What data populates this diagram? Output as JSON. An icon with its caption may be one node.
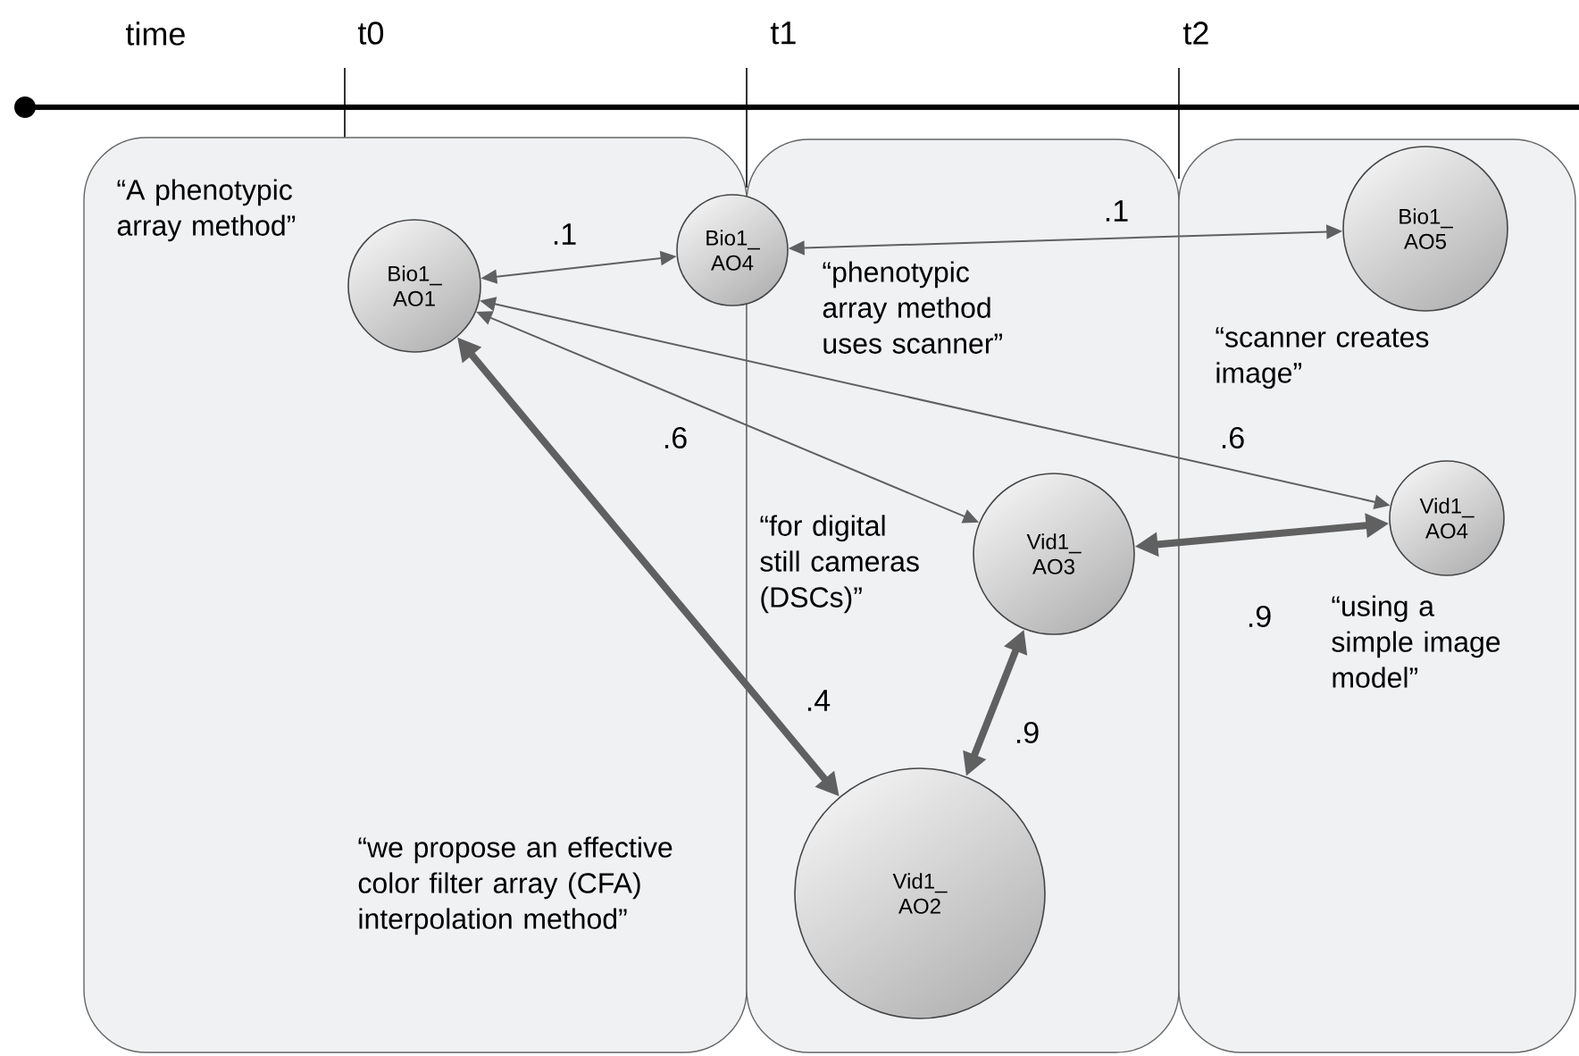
{
  "diagram": {
    "nodes": [
      {
        "text": [
          "“A phenotypic array method”",
          "“we propose an effective color filter array (CFA) interpolation method”"
        ]
      },
      {
        "text": [
          "“phenotypic array method uses scanner”",
          "“for digital still cameras (DSCs)”"
        ]
      },
      {
        "text": [
          "“scanner creates image”",
          "“using a simple image model”"
        ]
      },
      {
        "text": [
          "Bio1_ AO1"
        ],
        "in": 0
      },
      {
        "text": [
          "Bio1_ AO4"
        ]
      },
      {
        "text": [
          "Bio1_ AO5"
        ],
        "in": 2
      },
      {
        "text": [
          "Vid1_ AO3"
        ],
        "in": 1
      },
      {
        "text": [
          "Vid1_ AO4"
        ],
        "in": 2
      },
      {
        "text": [
          "Vid1_ AO2"
        ],
        "in": 1
      }
    ],
    "edges": [
      {
        "from": 3,
        "to": 4,
        "arrow": "both",
        "label": ".1"
      },
      {
        "from": 4,
        "to": 5,
        "arrow": "both",
        "label": ".1"
      },
      {
        "from": 3,
        "to": 6,
        "arrow": "both",
        "label": ".6"
      },
      {
        "from": 3,
        "to": 7,
        "arrow": "both",
        "label": ".6"
      },
      {
        "from": 3,
        "to": 8,
        "arrow": "both",
        "label": ".4",
        "style": "thick"
      },
      {
        "from": 6,
        "to": 7,
        "arrow": "both",
        "label": ".9",
        "style": "thick"
      },
      {
        "from": 6,
        "to": 8,
        "arrow": "both",
        "label": ".9",
        "style": "thick"
      }
    ],
    "labels": [
      "time",
      "t0",
      "t1",
      "t2"
    ]
  }
}
